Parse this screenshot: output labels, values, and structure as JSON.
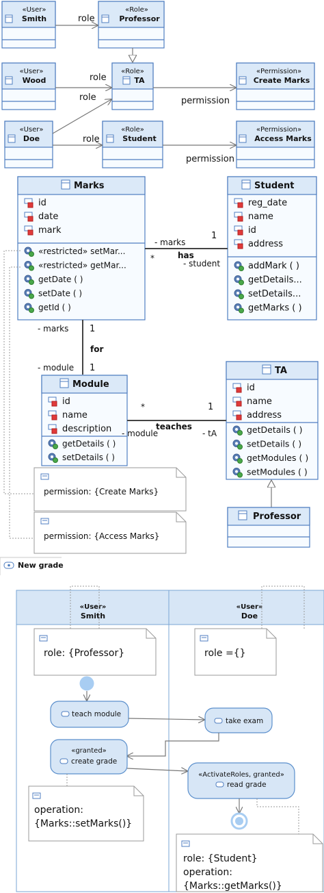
{
  "top_security": {
    "smith": {
      "stereotype": "«User»",
      "name": "Smith"
    },
    "professor_role": {
      "stereotype": "«Role»",
      "name": "Professor"
    },
    "wood": {
      "stereotype": "«User»",
      "name": "Wood"
    },
    "ta_role": {
      "stereotype": "«Role»",
      "name": "TA"
    },
    "create_marks": {
      "stereotype": "«Permission»",
      "name": "Create Marks"
    },
    "doe": {
      "stereotype": "«User»",
      "name": "Doe"
    },
    "student_role": {
      "stereotype": "«Role»",
      "name": "Student"
    },
    "access_marks": {
      "stereotype": "«Permission»",
      "name": "Access Marks"
    },
    "labels": {
      "role": "role",
      "permission": "permission"
    }
  },
  "class_model": {
    "marks": {
      "name": "Marks",
      "attributes": [
        "id",
        "date",
        "mark"
      ],
      "operations": [
        "«restricted» setMar...",
        "«restricted» getMar...",
        "getDate ( )",
        "setDate ( )",
        "getId ( )"
      ]
    },
    "student": {
      "name": "Student",
      "attributes": [
        "reg_date",
        "name",
        "id",
        "address"
      ],
      "operations": [
        "addMark ( )",
        "getDetails...",
        "setDetails...",
        "getMarks ( )"
      ]
    },
    "module": {
      "name": "Module",
      "attributes": [
        "id",
        "name",
        "description"
      ],
      "operations": [
        "getDetails ( )",
        "setDetails ( )"
      ]
    },
    "ta": {
      "name": "TA",
      "attributes": [
        "id",
        "name",
        "address"
      ],
      "operations": [
        "getDetails ( )",
        "setDetails ( )",
        "getModules ( )",
        "setModules ( )"
      ]
    },
    "professor": {
      "name": "Professor"
    },
    "assoc_has": {
      "name": "has",
      "end1": "- marks",
      "end2": "- student",
      "mult1": "*",
      "mult2": "1"
    },
    "assoc_for": {
      "name": "for",
      "end1": "- marks",
      "end2": "- module",
      "mult1": "1",
      "mult2": "1"
    },
    "assoc_teaches": {
      "name": "teaches",
      "end1": "- module",
      "end2": "- tA",
      "mult1": "*",
      "mult2": "1"
    },
    "note_create": "permission: {Create Marks}",
    "note_access": "permission: {Access Marks}"
  },
  "activity": {
    "title": "New grade",
    "lane_smith": {
      "stereotype": "«User»",
      "name": "Smith"
    },
    "lane_doe": {
      "stereotype": "«User»",
      "name": "Doe"
    },
    "note_smith_role": "role: {Professor}",
    "note_doe_role": "role ={}",
    "teach_module": "teach module",
    "take_exam": "take exam",
    "create_grade_stereo": "«granted»",
    "create_grade": "create grade",
    "read_grade_stereo": "«ActivateRoles, granted»",
    "read_grade": "read grade",
    "note_op_line1": "operation:",
    "note_op_line2": "{Marks::setMarks()}",
    "note_student_line1": "role: {Student}",
    "note_student_line2": "operation:",
    "note_student_line3": "{Marks::getMarks()}"
  },
  "colors": {
    "class_fill": "#dbe9f8",
    "class_border": "#4f7ec0",
    "note_border": "#9a9a9a"
  }
}
